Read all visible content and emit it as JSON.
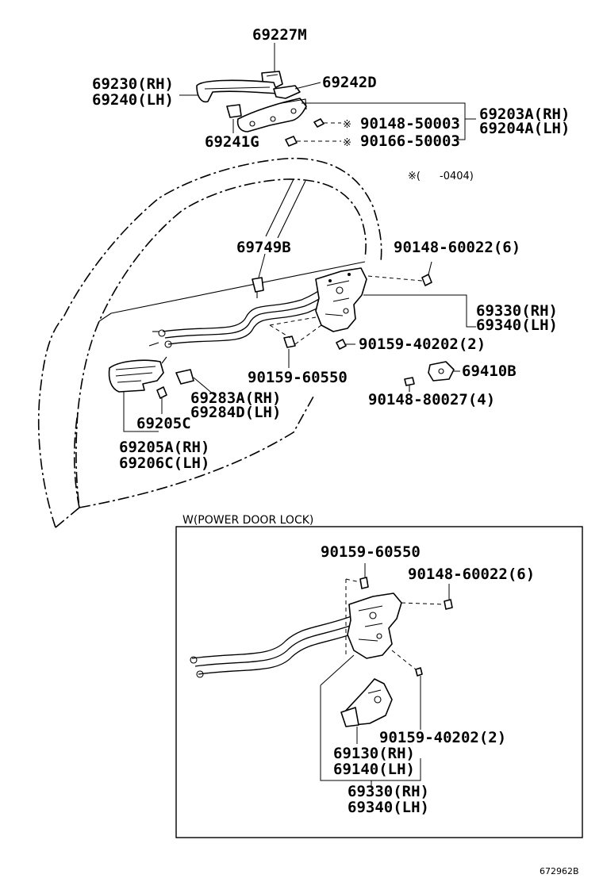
{
  "labels": {
    "p69227M": "69227M",
    "p69230": "69230(RH)",
    "p69240": "69240(LH)",
    "p69242D": "69242D",
    "p69203A": "69203A(RH)",
    "p69204A": "69204A(LH)",
    "mark1": "※",
    "p90148_50003": "90148-50003",
    "mark2": "※",
    "p90166_50003": "90166-50003",
    "p69241G": "69241G",
    "note_mark": "※(",
    "note_value": "-0404)",
    "p69749B": "69749B",
    "p90148_60022": "90148-60022(6)",
    "p69330": "69330(RH)",
    "p69340": "69340(LH)",
    "p90159_40202": "90159-40202(2)",
    "p90159_60550": "90159-60550",
    "p69410B": "69410B",
    "p90148_80027": "90148-80027(4)",
    "p69283A": "69283A(RH)",
    "p69284D": "69284D(LH)",
    "p69205C": "69205C",
    "p69205A": "69205A(RH)",
    "p69206C": "69206C(LH)"
  },
  "inset": {
    "title": "W(POWER DOOR LOCK)",
    "p90159_60550": "90159-60550",
    "p90148_60022": "90148-60022(6)",
    "p90159_40202": "90159-40202(2)",
    "p69130": "69130(RH)",
    "p69140": "69140(LH)",
    "p69330": "69330(RH)",
    "p69340": "69340(LH)"
  },
  "footer": {
    "code": "672962B"
  }
}
